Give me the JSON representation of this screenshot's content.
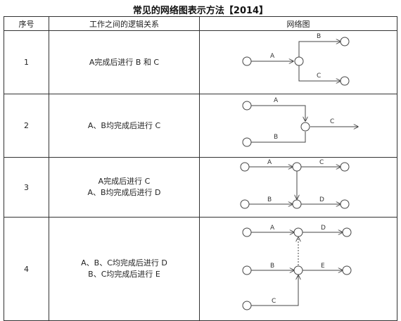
{
  "title": "常见的网络图表示方法【2014】",
  "headers": {
    "seq": "序号",
    "relation": "工作之间的逻辑关系",
    "network": "网络图"
  },
  "rows": [
    {
      "seq": "1",
      "relation": [
        "A完成后进行 B 和 C"
      ],
      "labels": [
        "A",
        "B",
        "C"
      ]
    },
    {
      "seq": "2",
      "relation": [
        "A、B均完成后进行 C"
      ],
      "labels": [
        "A",
        "B",
        "C"
      ]
    },
    {
      "seq": "3",
      "relation": [
        "A完成后进行 C",
        "A、B均完成后进行 D"
      ],
      "labels": [
        "A",
        "C",
        "B",
        "D"
      ]
    },
    {
      "seq": "4",
      "relation": [
        "A、B、C均完成后进行 D",
        "B、C均完成后进行 E"
      ],
      "labels": [
        "A",
        "D",
        "B",
        "E",
        "C"
      ]
    }
  ]
}
